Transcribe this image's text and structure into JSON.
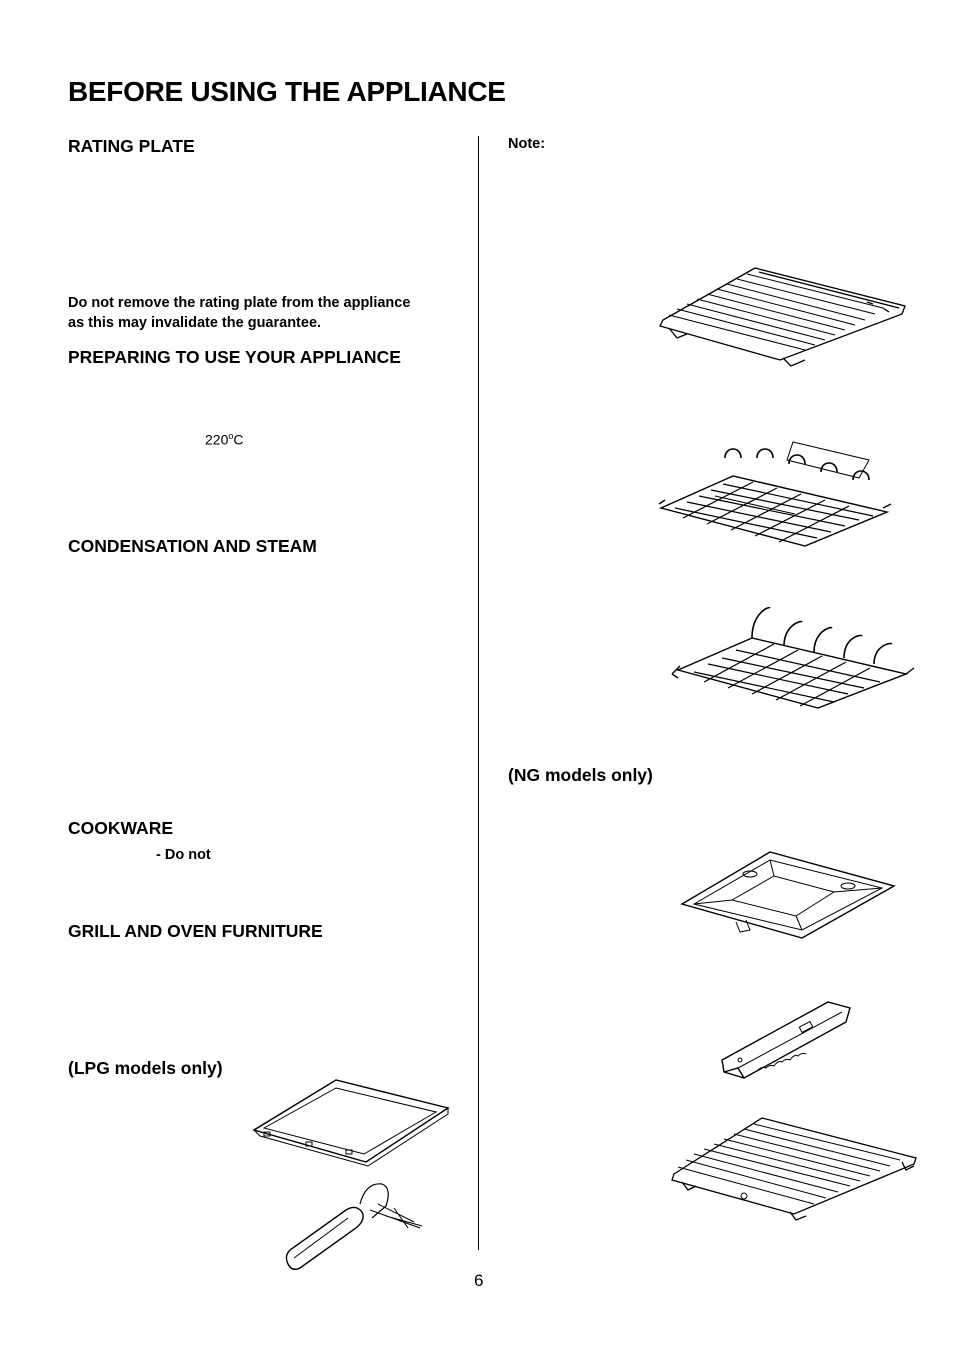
{
  "page": {
    "title": "BEFORE USING THE APPLIANCE",
    "page_number": "6"
  },
  "left": {
    "rating_plate": {
      "heading": "RATING PLATE",
      "warning_line1": "Do not remove the rating plate from the appliance",
      "warning_line2": "as this may invalidate the guarantee."
    },
    "preparing": {
      "heading": "PREPARING TO USE YOUR APPLIANCE",
      "temp_value": "220",
      "temp_degree": "o",
      "temp_unit": "C"
    },
    "condensation": {
      "heading": "CONDENSATION AND STEAM"
    },
    "cookware": {
      "heading": "COOKWARE",
      "note": "-  Do  not"
    },
    "furniture": {
      "heading": "GRILL AND OVEN FURNITURE"
    },
    "lpg": {
      "heading": "(LPG models only)"
    }
  },
  "right": {
    "note_label": "Note:",
    "ng": {
      "heading": "(NG models only)"
    }
  },
  "illustrations": [
    "flat-shelf-icon",
    "grill-shelf-with-trivet-icon",
    "grill-shelf-icon",
    "grill-pan-icon",
    "grill-pan-handle-icon",
    "grill-pan-grid-icon",
    "lpg-grill-pan-icon",
    "lpg-handle-icon"
  ]
}
